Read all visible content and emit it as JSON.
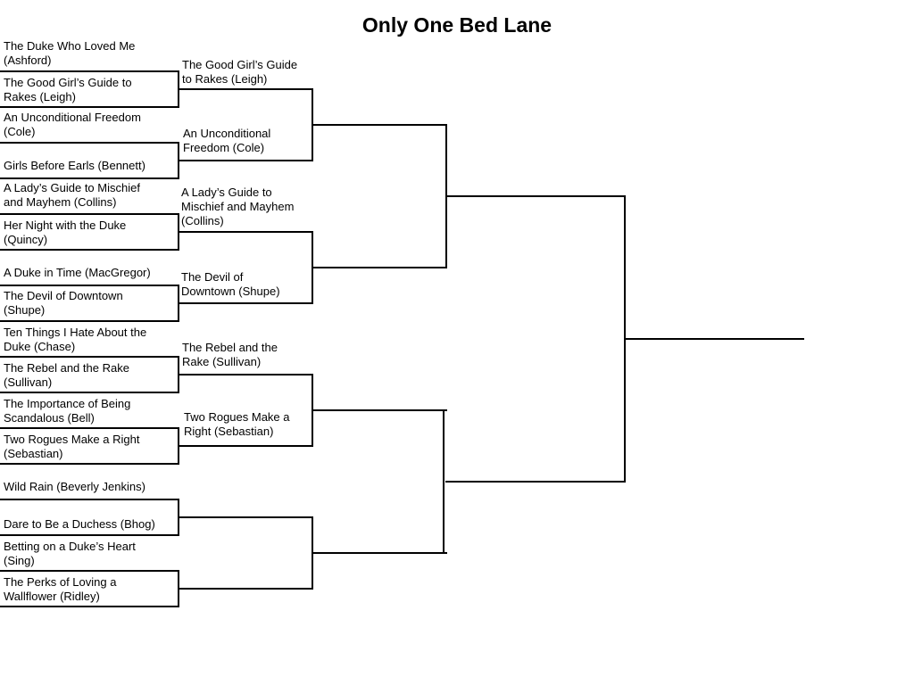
{
  "title": "Only One Bed Lane",
  "round1": [
    [
      "The Duke Who Loved Me",
      "(Ashford)"
    ],
    [
      "The Good Girl’s Guide to",
      "Rakes (Leigh)"
    ],
    [
      "An Unconditional Freedom",
      "(Cole)"
    ],
    [
      "Girls Before Earls (Bennett)"
    ],
    [
      "A Lady’s Guide to Mischief",
      "and Mayhem (Collins)"
    ],
    [
      "Her Night with the Duke",
      "(Quincy)"
    ],
    [
      "A Duke in Time (MacGregor)"
    ],
    [
      "The Devil of Downtown",
      "(Shupe)"
    ],
    [
      "Ten Things I Hate About the",
      "Duke (Chase)"
    ],
    [
      "The Rebel and the Rake",
      "(Sullivan)"
    ],
    [
      "The Importance of Being",
      "Scandalous (Bell)"
    ],
    [
      "Two Rogues Make a Right",
      "(Sebastian)"
    ],
    [
      "Wild Rain (Beverly Jenkins)"
    ],
    [
      "Dare to Be a Duchess (Bhog)"
    ],
    [
      "Betting on a Duke’s Heart",
      "(Sing)"
    ],
    [
      "The Perks of Loving a",
      "Wallflower (Ridley)"
    ]
  ],
  "round2": [
    [
      "The Good Girl’s Guide",
      "to Rakes (Leigh)"
    ],
    [
      "An Unconditional",
      "Freedom (Cole)"
    ],
    [
      "A Lady’s Guide to",
      "Mischief and Mayhem",
      "(Collins)"
    ],
    [
      "The Devil of",
      "Downtown (Shupe)"
    ],
    [
      "The Rebel and the",
      "Rake (Sullivan)"
    ],
    [
      "Two Rogues Make a",
      "Right (Sebastian)"
    ],
    [],
    []
  ],
  "round3": [
    [],
    [],
    [],
    []
  ],
  "round4": [
    [],
    []
  ],
  "champion": []
}
